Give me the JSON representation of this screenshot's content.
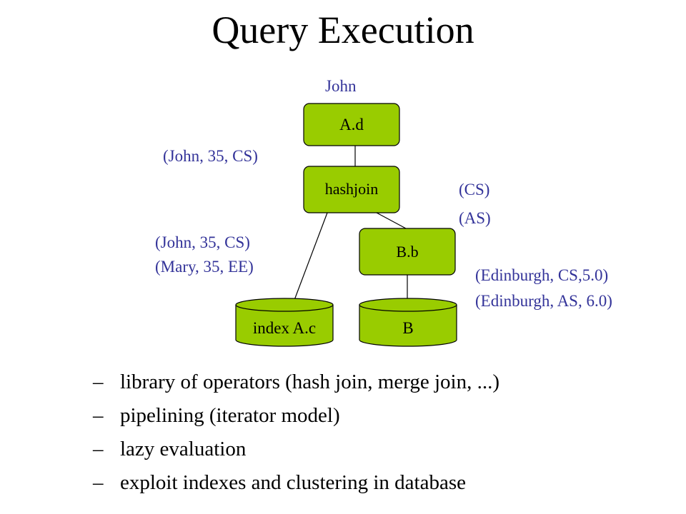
{
  "title": "Query Execution",
  "colors": {
    "node_fill": "#99cc00",
    "node_stroke": "#000000",
    "annotation": "#333399",
    "edge": "#000000"
  },
  "nodes": {
    "project_ad": "A.d",
    "hashjoin": "hashjoin",
    "project_bb": "B.b",
    "index_ac": "index A.c",
    "table_b": "B"
  },
  "annotations": {
    "output": "John",
    "join_output": "(John, 35, CS)",
    "index_output_1": "(John, 35, CS)",
    "index_output_2": "(Mary, 35, EE)",
    "bb_output_1": "(CS)",
    "bb_output_2": "(AS)",
    "b_output_1": "(Edinburgh, CS,5.0)",
    "b_output_2": "(Edinburgh, AS, 6.0)"
  },
  "bullets": [
    {
      "dash": "–",
      "text": "library of operators (hash join, merge join, ...)"
    },
    {
      "dash": "–",
      "text": "pipelining (iterator model)"
    },
    {
      "dash": "–",
      "text": "lazy evaluation"
    },
    {
      "dash": "–",
      "text": "exploit indexes and clustering in database"
    }
  ]
}
